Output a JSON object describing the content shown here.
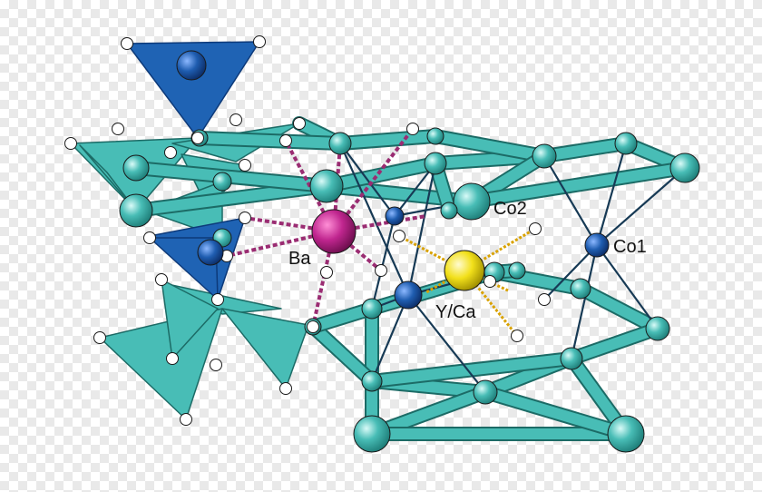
{
  "labels": {
    "ba": "Ba",
    "co1": "Co1",
    "co2": "Co2",
    "yca": "Y/Ca"
  },
  "colors": {
    "teal": "#48bdb6",
    "teal_dark": "#1c6b66",
    "blue": "#1f63b4",
    "blue_dark": "#0d3a7a",
    "ba": "#c0268f",
    "yca": "#f2e01a",
    "oxygen": "#ffffff",
    "bond_dark": "#173a55",
    "ba_bond": "#9a2c72",
    "yca_bond": "#d9a200"
  }
}
